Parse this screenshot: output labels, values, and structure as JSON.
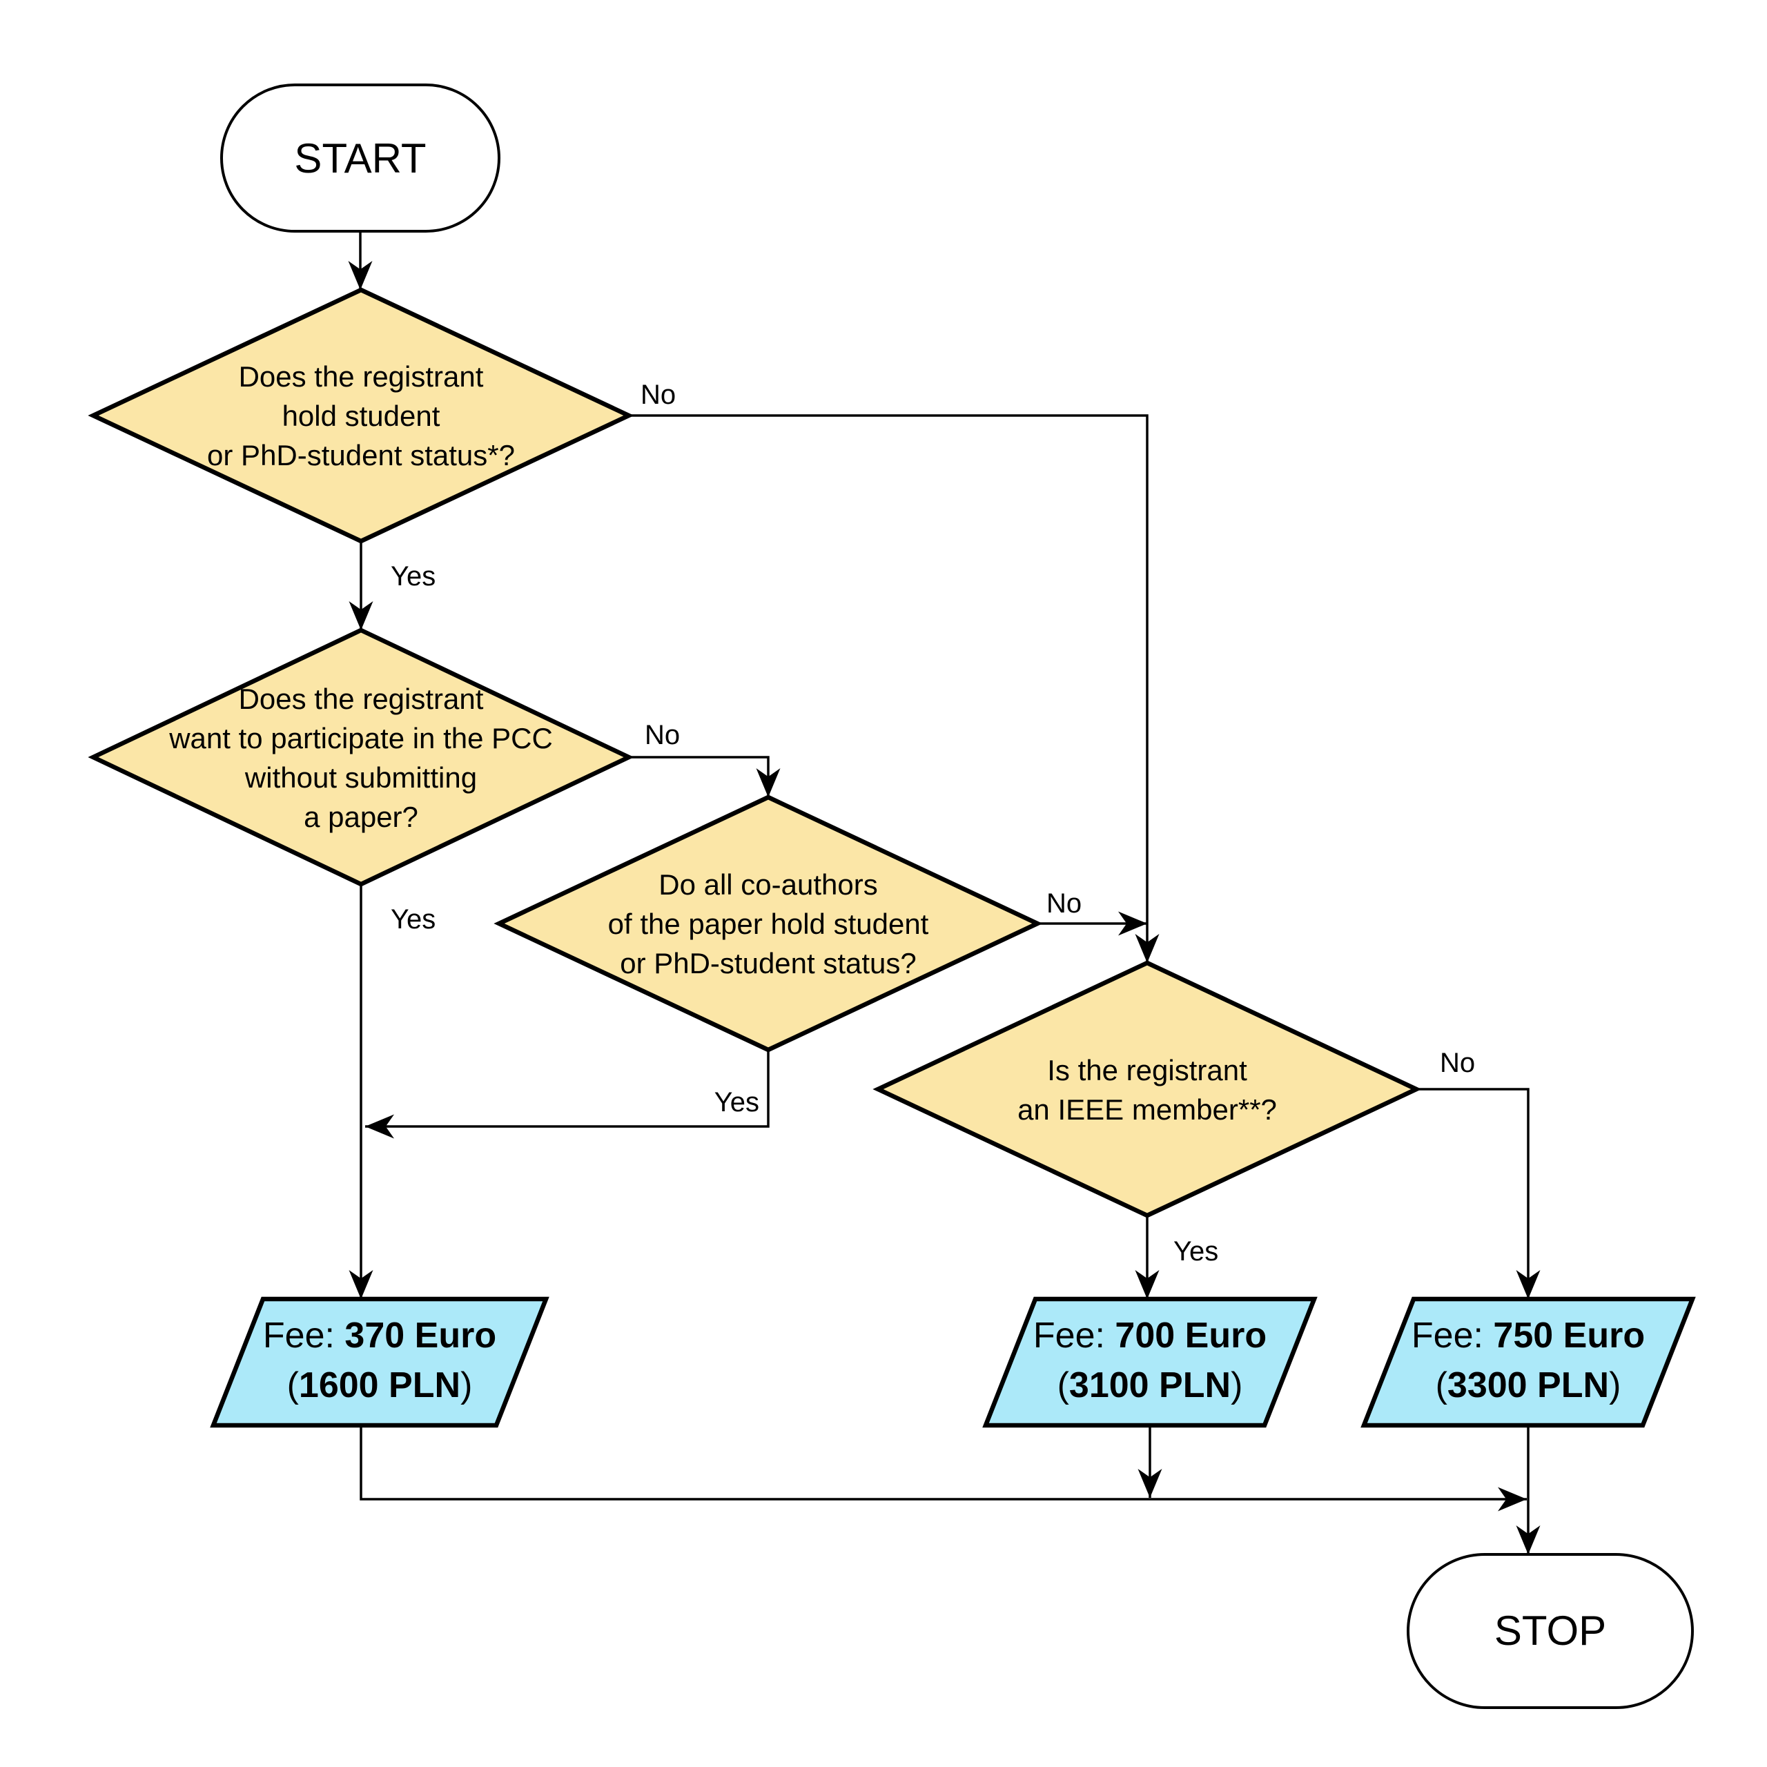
{
  "colors": {
    "decision_fill": "#FBE6A7",
    "io_fill": "#ACE9F9",
    "terminal_fill": "#FFFFFF",
    "line_color": "#000000"
  },
  "nodes": {
    "start": {
      "label": "START"
    },
    "stop": {
      "label": "STOP"
    },
    "d1": {
      "lines": [
        "Does the registrant",
        "hold student",
        "or PhD-student status*?"
      ]
    },
    "d2": {
      "lines": [
        "Does the registrant",
        "want to participate in the PCC",
        "without submitting",
        "a paper?"
      ]
    },
    "d3": {
      "lines": [
        "Do all co-authors",
        "of the paper hold student",
        "or PhD-student status?"
      ]
    },
    "d4": {
      "lines": [
        "Is the registrant",
        "an IEEE member**?"
      ]
    },
    "fee_student": {
      "prefix": "Fee: ",
      "amount": "370 Euro",
      "open": "(",
      "pln": "1600 PLN",
      "close": ")"
    },
    "fee_member": {
      "prefix": "Fee: ",
      "amount": "700 Euro",
      "open": "(",
      "pln": "3100 PLN",
      "close": ")"
    },
    "fee_nonmember": {
      "prefix": "Fee: ",
      "amount": "750 Euro",
      "open": "(",
      "pln": "3300 PLN",
      "close": ")"
    }
  },
  "edges": {
    "d1_yes": "Yes",
    "d1_no": "No",
    "d2_yes": "Yes",
    "d2_no": "No",
    "d3_yes": "Yes",
    "d3_no": "No",
    "d4_yes": "Yes",
    "d4_no": "No"
  }
}
